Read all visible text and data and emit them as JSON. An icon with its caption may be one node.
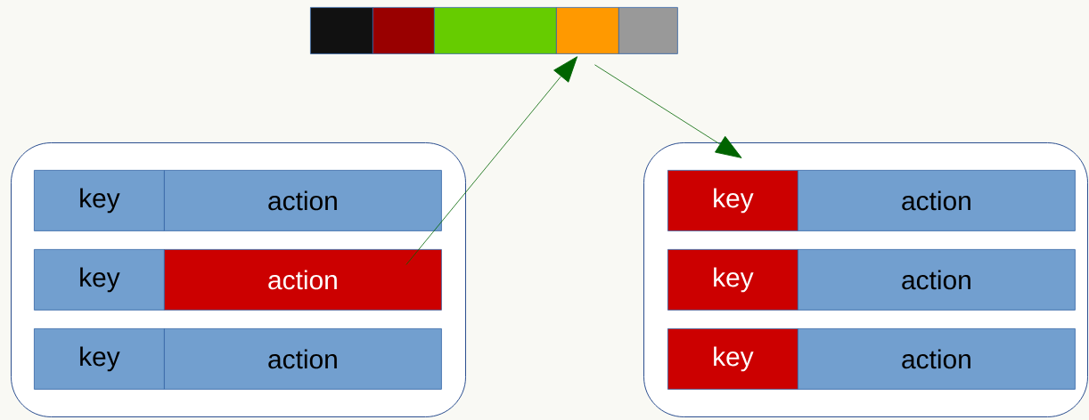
{
  "diagram": {
    "nodes": [
      {
        "text": [],
        "shape": "box"
      },
      {
        "text": [],
        "shape": "box"
      },
      {
        "text": [],
        "shape": "box"
      },
      {
        "text": [],
        "shape": "box"
      },
      {
        "text": [],
        "shape": "box"
      },
      {
        "text": [],
        "shape": "box"
      },
      {
        "text": [
          "key"
        ],
        "in": 5
      },
      {
        "text": [
          "action"
        ],
        "in": 5
      },
      {
        "text": [
          "key"
        ],
        "in": 5
      },
      {
        "text": [
          "action"
        ],
        "in": 5
      },
      {
        "text": [
          "key"
        ],
        "in": 5
      },
      {
        "text": [
          "action"
        ],
        "in": 5
      },
      {
        "text": [],
        "shape": "box"
      },
      {
        "text": [
          "key"
        ],
        "in": 12
      },
      {
        "text": [
          "action"
        ],
        "in": 12
      },
      {
        "text": [
          "key"
        ],
        "in": 12
      },
      {
        "text": [
          "action"
        ],
        "in": 12
      },
      {
        "text": [
          "key"
        ],
        "in": 12
      },
      {
        "text": [
          "action"
        ],
        "in": 12
      }
    ],
    "edges": [
      {
        "from": 9,
        "to": 3,
        "arrow": "to",
        "color": "#006400"
      },
      {
        "from": 3,
        "to": 12,
        "arrow": "to",
        "color": "#006400"
      }
    ]
  }
}
